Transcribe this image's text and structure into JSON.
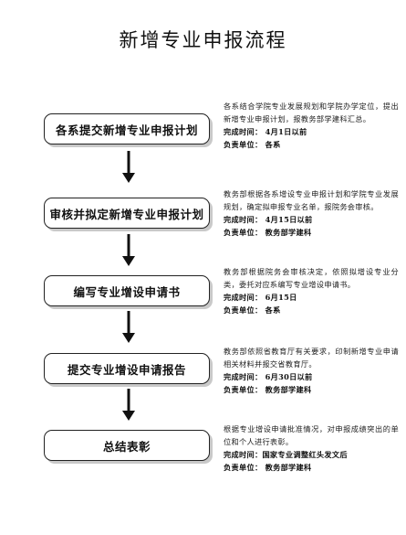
{
  "title": "新增专业申报流程",
  "steps": [
    {
      "label": "各系提交新增专业申报计划",
      "desc": "各系结合学院专业发展规划和学院办学定位，提出新增专业申报计划，报教务部学建科汇总。",
      "deadline": "完成时间： 4月1日以前",
      "owner": "负责单位： 各系"
    },
    {
      "label": "审核并拟定新增专业申报计划",
      "desc": "教务部根据各系增设专业申报计划和学院专业发展规划，确定拟申报专业名单，报院务会审核。",
      "deadline": "完成时间： 4月15日以前",
      "owner": "负责单位： 教务部学建科"
    },
    {
      "label": "编写专业增设申请书",
      "desc": "教务部根据院务会审核决定，依照拟增设专业分类，委托对应系编写专业增设申请书。",
      "deadline": "完成时间： 6月15日",
      "owner": "负责单位： 各系"
    },
    {
      "label": "提交专业增设申请报告",
      "desc": "教务部依照省教育厅有关要求，印制新增专业申请相关材料并报交省教育厅。",
      "deadline": "完成时间： 6月30日以前",
      "owner": "负责单位： 教务部学建科"
    },
    {
      "label": "总结表彰",
      "desc": "根据专业增设申请批准情况，对申报成绩突出的单位和个人进行表彰。",
      "deadline": "完成时间：国家专业调整红头发文后",
      "owner": "负责单位： 教务部学建科"
    }
  ]
}
